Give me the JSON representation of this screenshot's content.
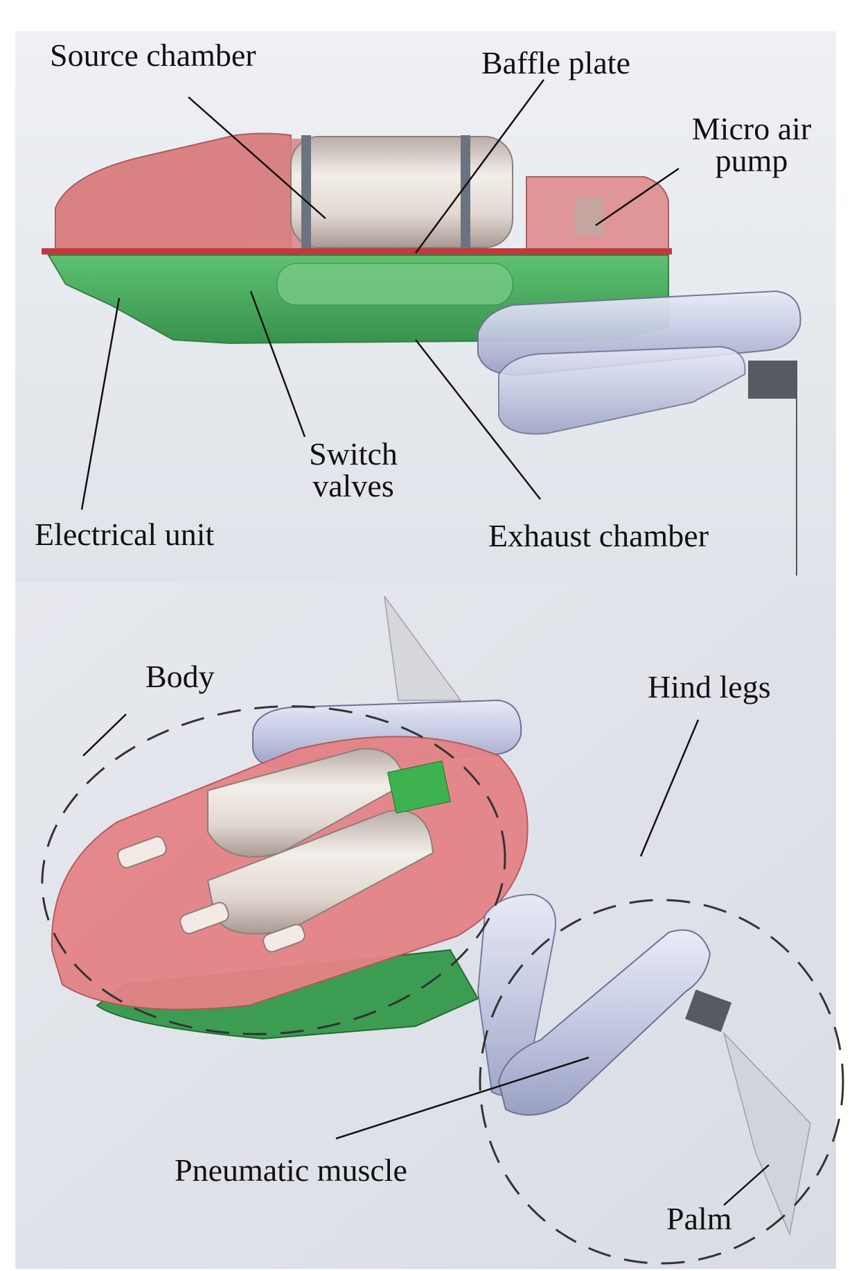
{
  "figure": {
    "top_panel": {
      "labels": {
        "source_chamber": "Source chamber",
        "baffle_plate": "Baffle plate",
        "micro_air_pump_line1": "Micro air",
        "micro_air_pump_line2": "pump",
        "switch_valves_line1": "Switch",
        "switch_valves_line2": "valves",
        "electrical_unit": "Electrical unit",
        "exhaust_chamber": "Exhaust chamber"
      }
    },
    "bottom_panel": {
      "labels": {
        "body": "Body",
        "hind_legs": "Hind legs",
        "pneumatic_muscle": "Pneumatic muscle",
        "palm": "Palm"
      }
    }
  },
  "colors": {
    "red_shell": "#d9787a",
    "green_base": "#3fa956",
    "tank": "#e9e2dc",
    "leg": "#c9cde6"
  }
}
